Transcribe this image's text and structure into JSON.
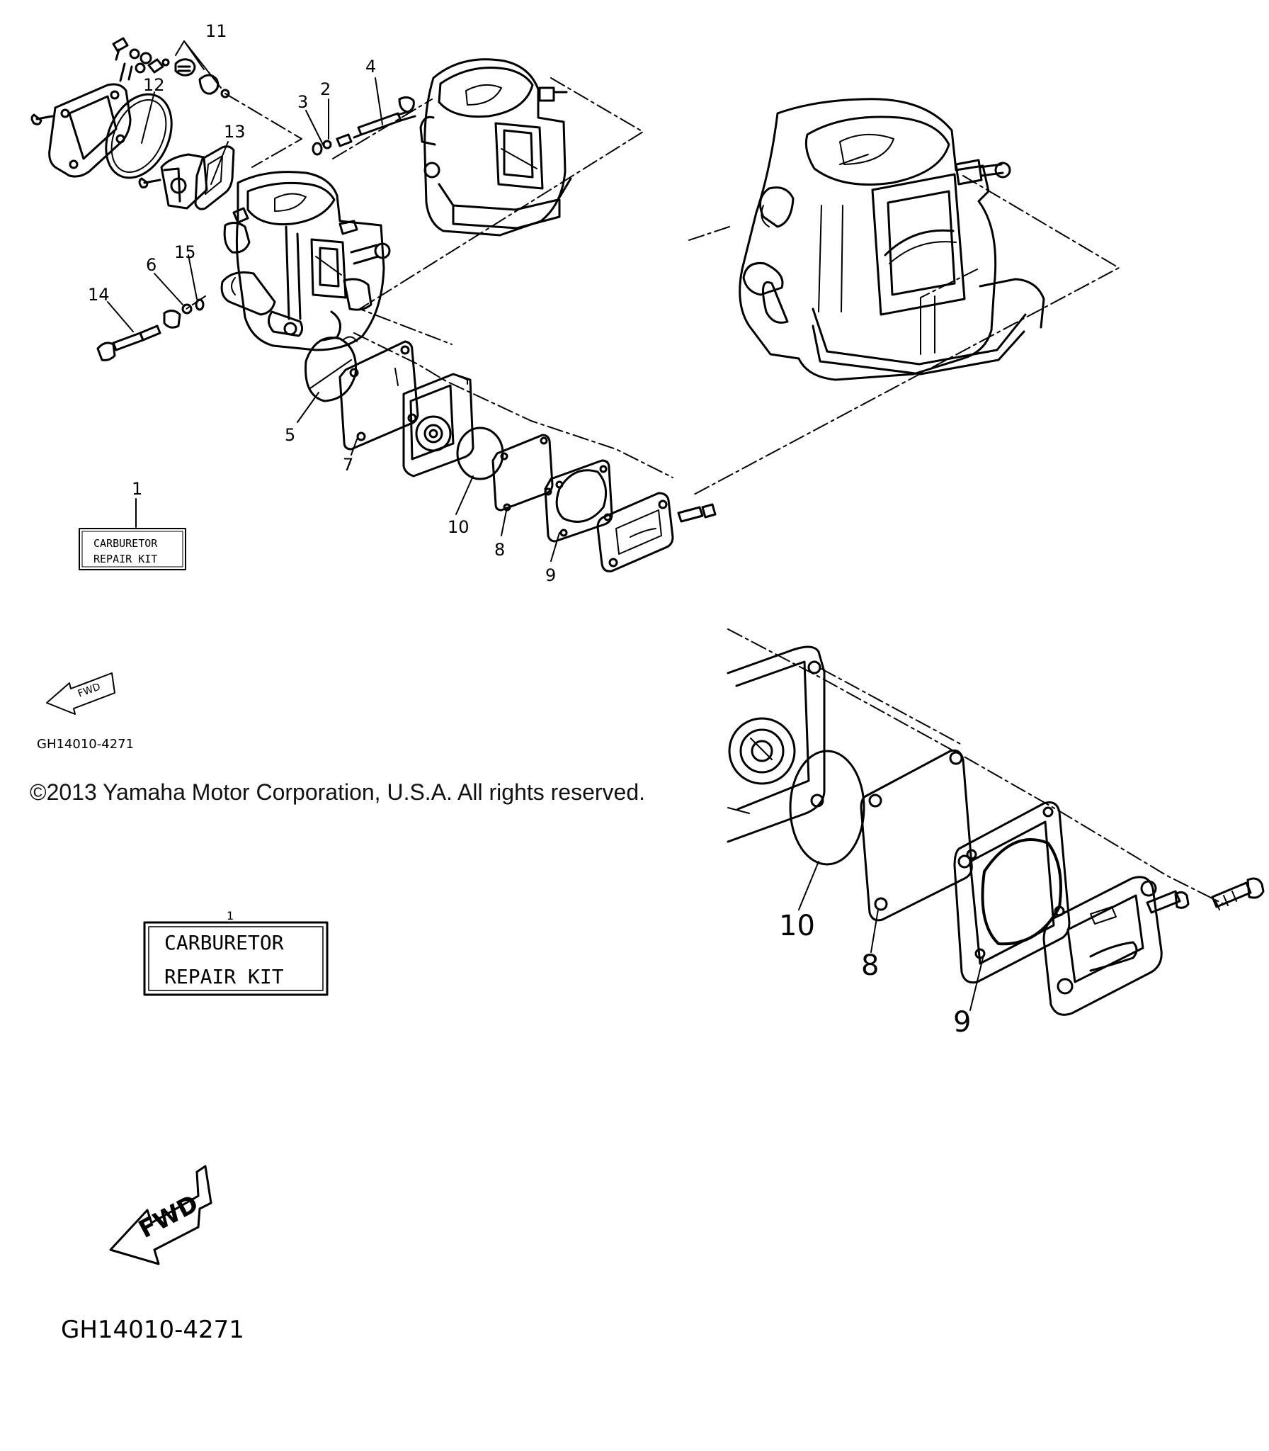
{
  "callouts": {
    "c1": "1",
    "c2": "2",
    "c3": "3",
    "c4": "4",
    "c5": "5",
    "c6": "6",
    "c7": "7",
    "c8": "8",
    "c9": "9",
    "c10": "10",
    "c11": "11",
    "c12": "12",
    "c13": "13",
    "c14": "14",
    "c15": "15",
    "z8": "8",
    "z9": "9",
    "z10": "10"
  },
  "kit_label": {
    "line1": "CARBURETOR",
    "line2": "REPAIR KIT"
  },
  "kit_label_zoom": {
    "mark": "1",
    "line1": "CARBURETOR",
    "line2": "REPAIR KIT"
  },
  "fwd_arrow": {
    "text": "FWD"
  },
  "fwd_arrow_zoom": {
    "text": "FWD"
  },
  "part_code": "GH14010-4271",
  "part_code_zoom": "GH14010-4271",
  "copyright": "©2013 Yamaha Motor Corporation, U.S.A. All rights reserved."
}
